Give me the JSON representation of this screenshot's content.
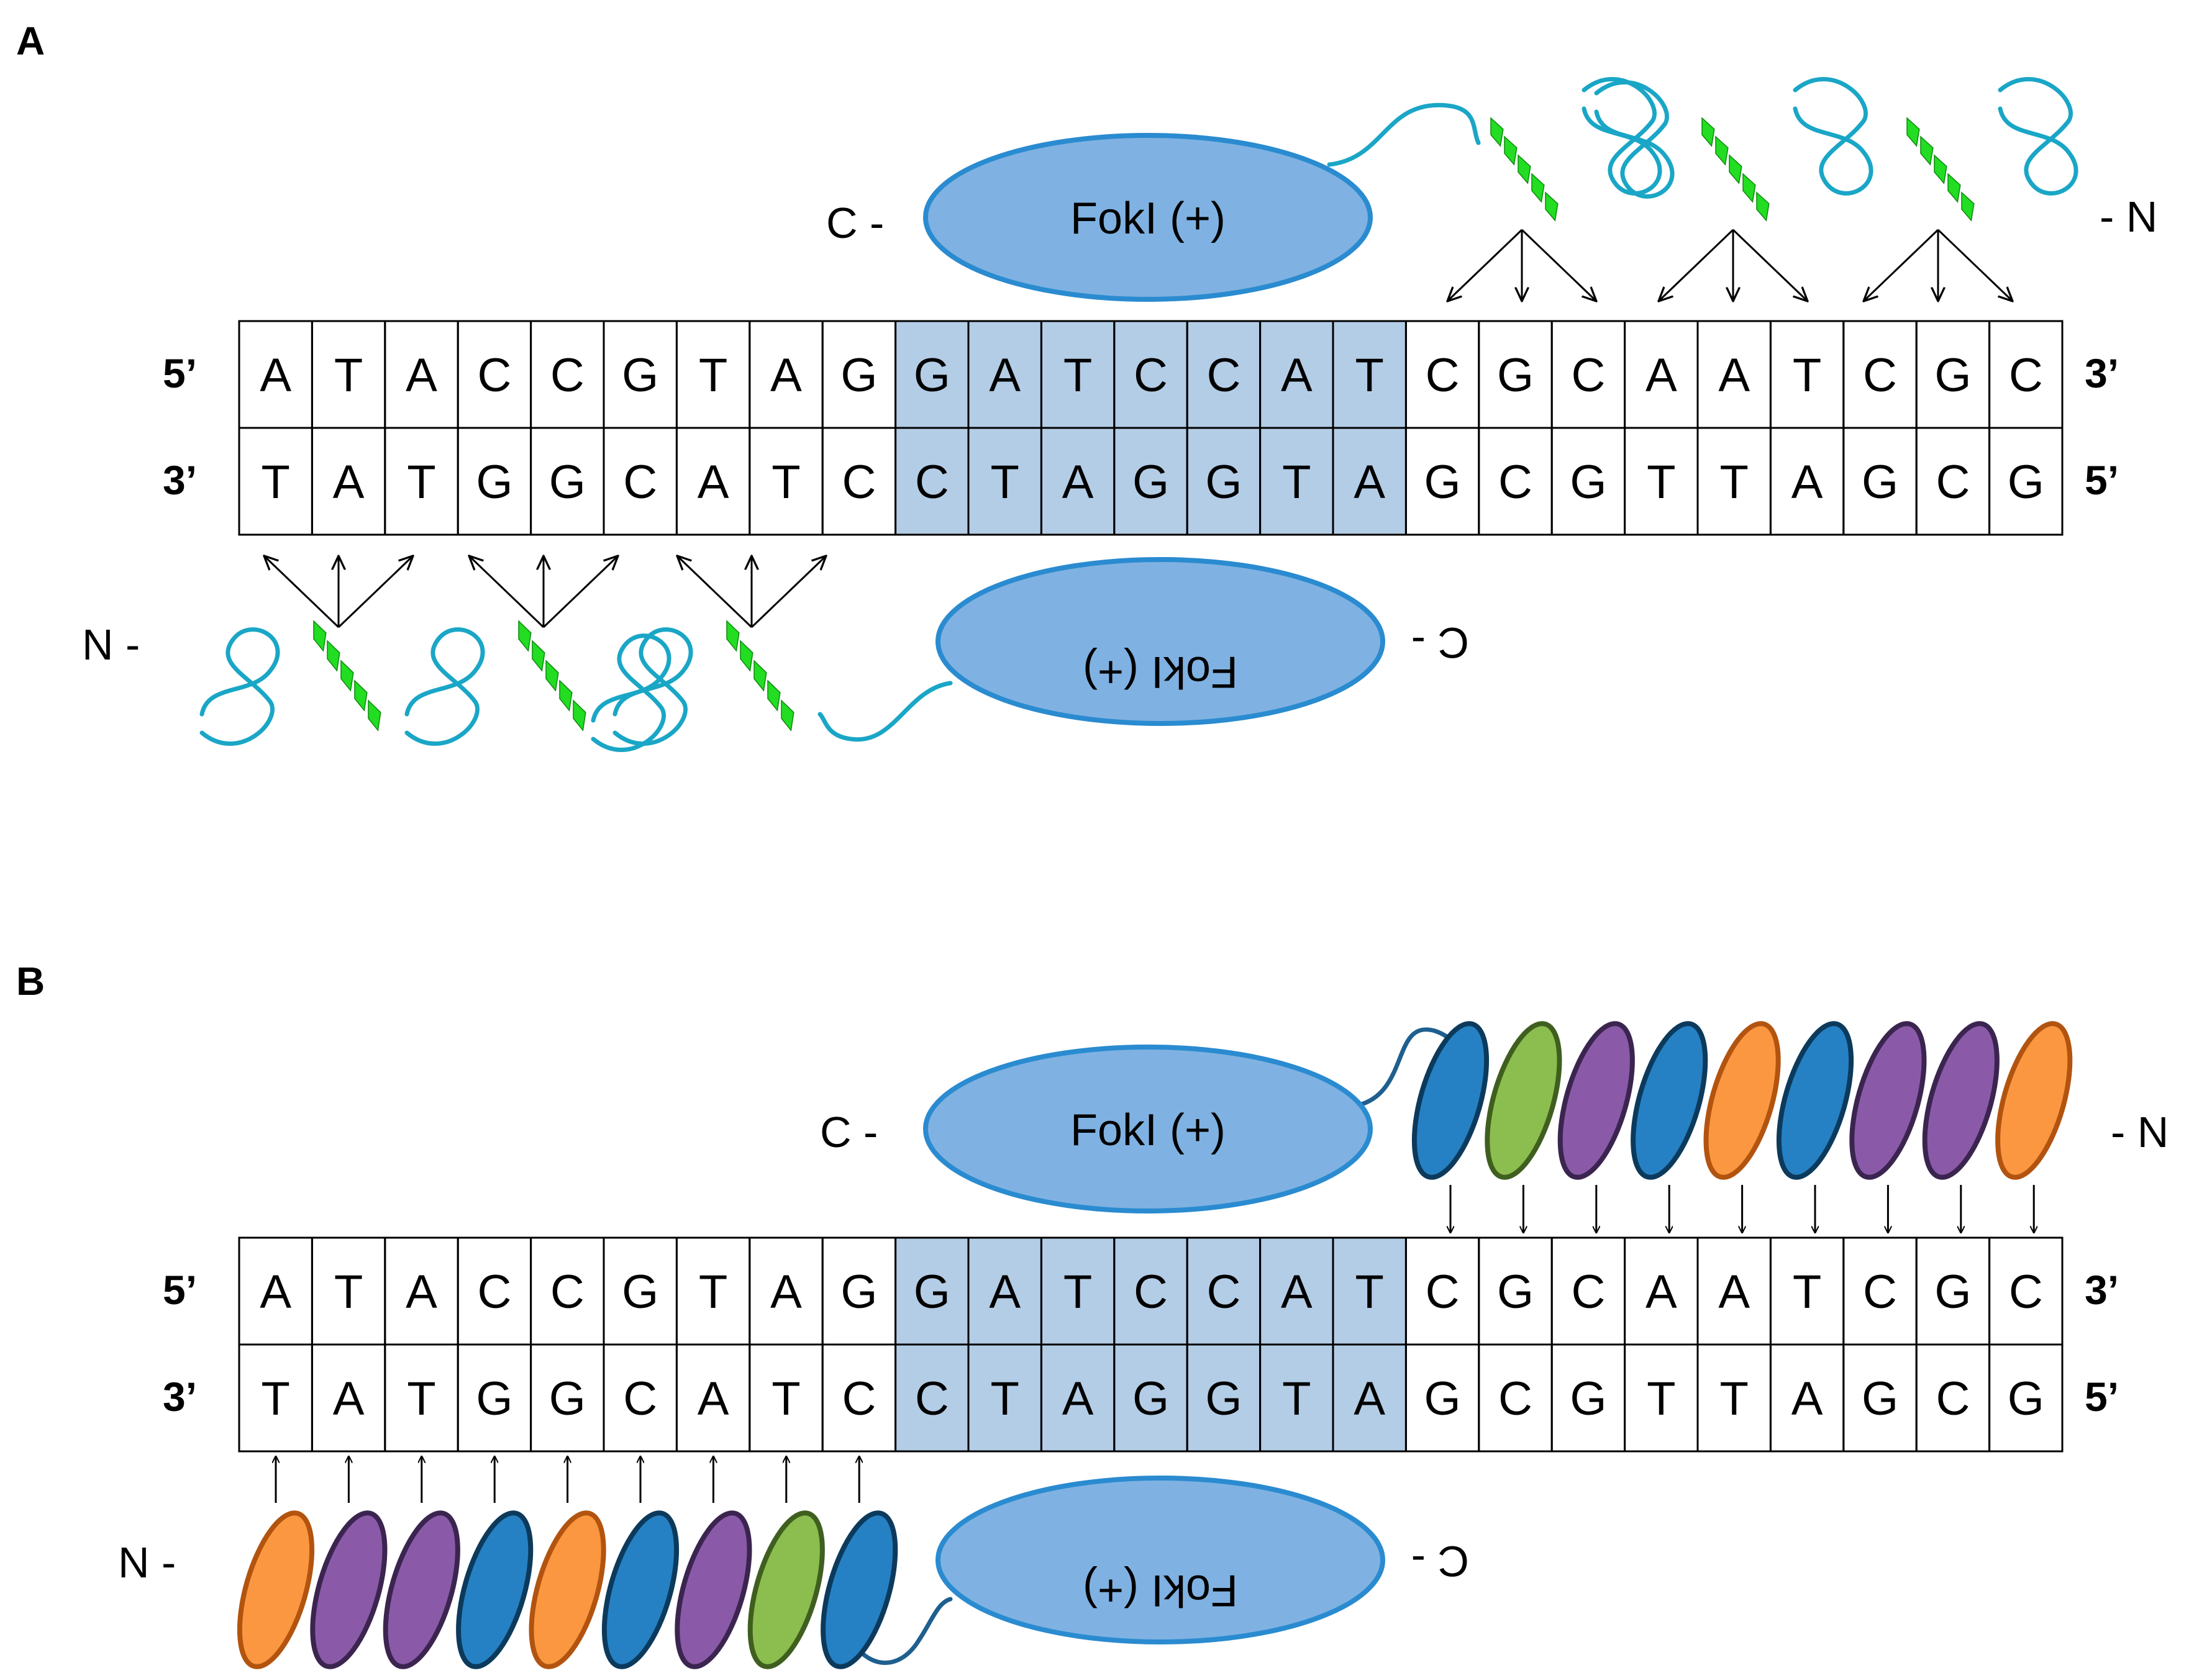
{
  "panels": [
    {
      "label": "A",
      "top_strand": [
        "A",
        "T",
        "A",
        "C",
        "C",
        "G",
        "T",
        "A",
        "G",
        "G",
        "A",
        "T",
        "C",
        "C",
        "A",
        "T",
        "C",
        "G",
        "C",
        "A",
        "A",
        "T",
        "C",
        "G",
        "C"
      ],
      "bottom_strand": [
        "T",
        "A",
        "T",
        "G",
        "G",
        "C",
        "A",
        "T",
        "C",
        "C",
        "T",
        "A",
        "G",
        "G",
        "T",
        "A",
        "G",
        "C",
        "G",
        "T",
        "T",
        "A",
        "G",
        "C",
        "G"
      ],
      "highlight_range": [
        9,
        15
      ],
      "top_left_end": "5’",
      "top_right_end": "3’",
      "bottom_left_end": "3’",
      "bottom_right_end": "5’",
      "upper_protein": {
        "c_term": "C -",
        "n_term": "- N",
        "enzyme": "FokI (+)"
      },
      "lower_protein": {
        "c_term": "C -",
        "n_term": "N -",
        "enzyme": "FokI (+)"
      },
      "dna_binding_domain": "zinc-finger"
    },
    {
      "label": "B",
      "top_strand": [
        "A",
        "T",
        "A",
        "C",
        "C",
        "G",
        "T",
        "A",
        "G",
        "G",
        "A",
        "T",
        "C",
        "C",
        "A",
        "T",
        "C",
        "G",
        "C",
        "A",
        "A",
        "T",
        "C",
        "G",
        "C"
      ],
      "bottom_strand": [
        "T",
        "A",
        "T",
        "G",
        "G",
        "C",
        "A",
        "T",
        "C",
        "C",
        "T",
        "A",
        "G",
        "G",
        "T",
        "A",
        "G",
        "C",
        "G",
        "T",
        "T",
        "A",
        "G",
        "C",
        "G"
      ],
      "highlight_range": [
        9,
        15
      ],
      "top_left_end": "5’",
      "top_right_end": "3’",
      "bottom_left_end": "3’",
      "bottom_right_end": "5’",
      "upper_protein": {
        "c_term": "C -",
        "n_term": "- N",
        "enzyme": "FokI (+)",
        "repeat_colors": [
          "blue",
          "green",
          "purple",
          "blue",
          "orange",
          "blue",
          "purple",
          "purple",
          "orange"
        ]
      },
      "lower_protein": {
        "c_term": "C -",
        "n_term": "N -",
        "enzyme": "FokI (+)",
        "repeat_colors": [
          "orange",
          "purple",
          "purple",
          "blue",
          "orange",
          "blue",
          "purple",
          "green",
          "blue"
        ]
      },
      "dna_binding_domain": "TALE repeats"
    }
  ],
  "colors": {
    "highlight": "#b4cde6",
    "foki_fill": "#7fb2e2",
    "foki_stroke": "#2a8bd0",
    "zinc_linker": "#1aa6c6",
    "zinc_helix": "#22dd22",
    "tale_linker": "#1f5f8f",
    "tale_blue": "#2581c4",
    "tale_blue_stroke": "#0c3a5c",
    "tale_green": "#8cbd4f",
    "tale_green_stroke": "#3f5f1f",
    "tale_purple": "#8a5aa8",
    "tale_purple_stroke": "#3b2550",
    "tale_orange": "#fb9740",
    "tale_orange_stroke": "#b2540f"
  }
}
